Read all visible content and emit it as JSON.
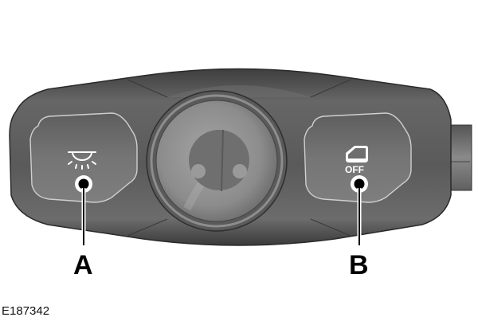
{
  "figure": {
    "id_label": "E187342",
    "subject": "Interior lamp / door-switch control panel"
  },
  "panel": {
    "housing_color": "#5b5b5b",
    "housing_highlight": "#8a8a8a",
    "button_color": "#6e6e6e",
    "center_dial_color": "#8c8c8c",
    "connector_color": "#7a7a7a"
  },
  "buttons": [
    {
      "id": "A",
      "icon": "interior-lamp-icon",
      "text": ""
    },
    {
      "id": "B",
      "icon": "door-icon",
      "text": "OFF"
    }
  ],
  "callouts": [
    {
      "label": "A",
      "target": "interior-lamp-button"
    },
    {
      "label": "B",
      "target": "door-off-button"
    }
  ]
}
